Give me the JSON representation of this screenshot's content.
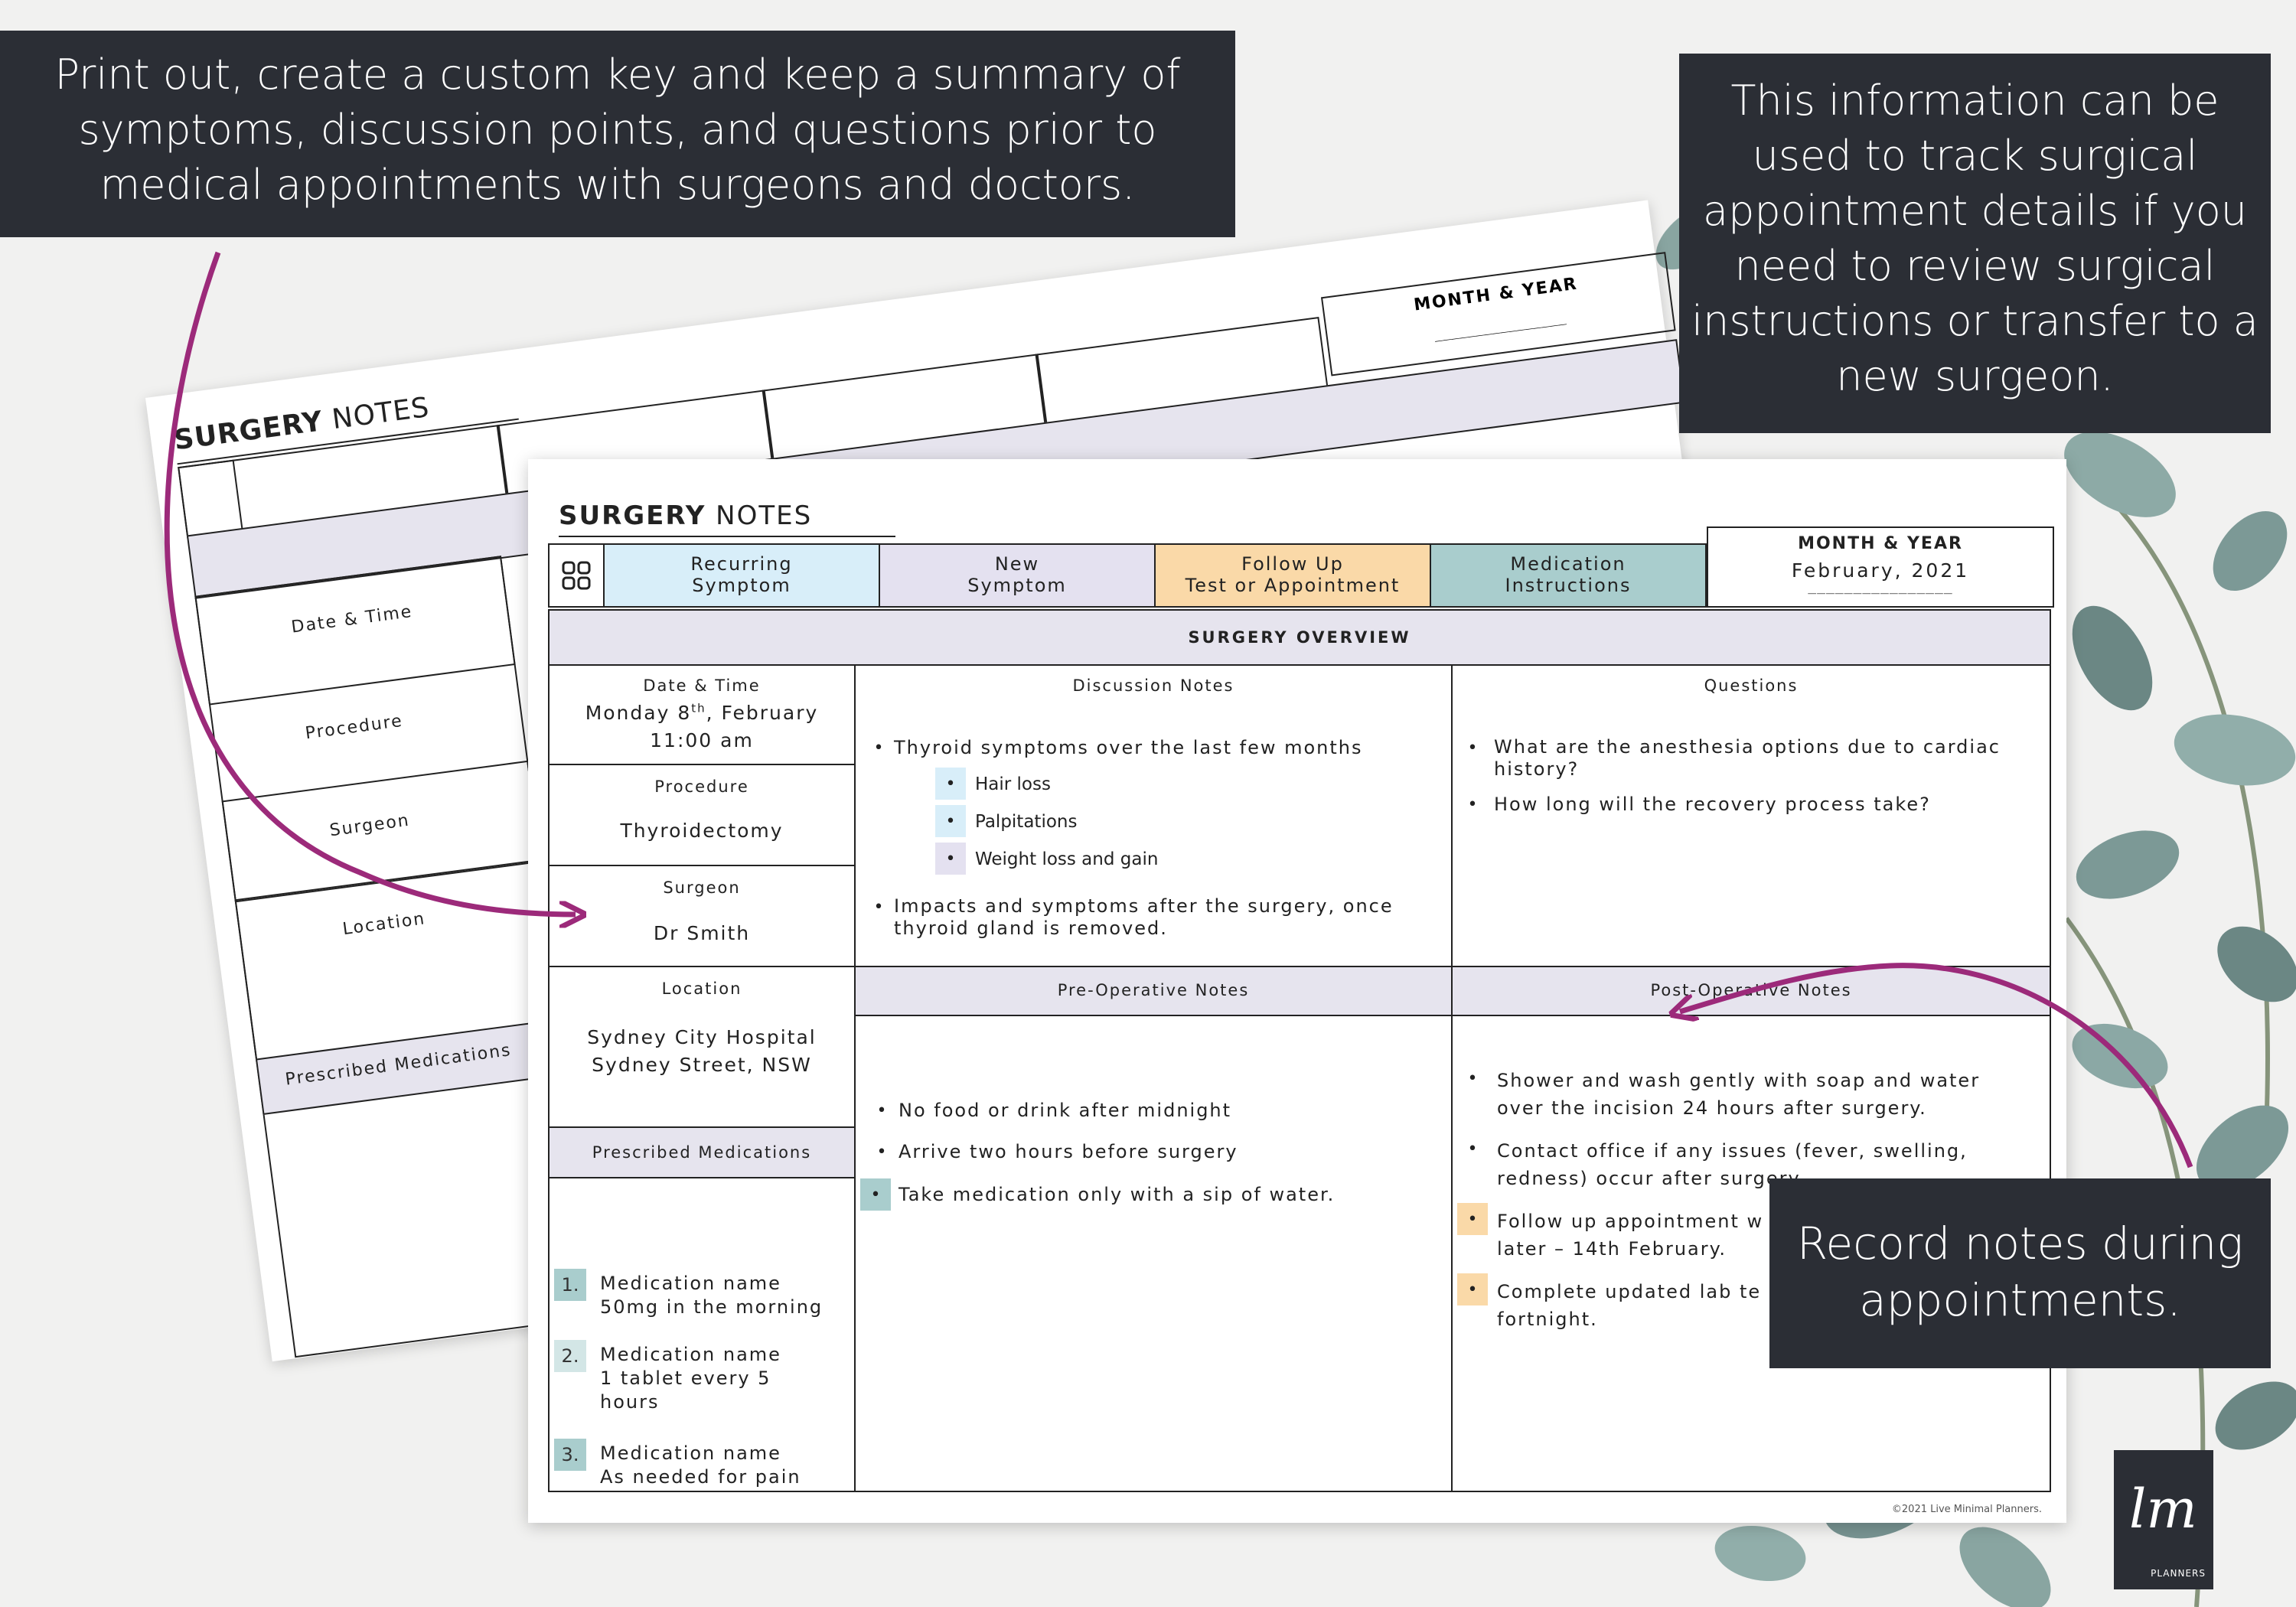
{
  "callouts": {
    "top_left": "Print out, create a custom key and keep a summary of\nsymptoms, discussion points, and questions prior to\nmedical appointments with surgeons and doctors.",
    "top_right": "This information can be\nused to track surgical\nappointment details if you\nneed to review surgical\ninstructions or transfer to a\nnew surgeon.",
    "bottom_right": "Record notes during\nappointments."
  },
  "back_sheet": {
    "title_bold": "SURGERY",
    "title_rest": " NOTES",
    "month_label": "MONTH & YEAR",
    "month_dash": "________________",
    "labels": {
      "date_time": "Date & Time",
      "procedure": "Procedure",
      "surgeon": "Surgeon",
      "location": "Location",
      "prescribed": "Prescribed Medications"
    }
  },
  "front_sheet": {
    "title_bold": "SURGERY",
    "title_rest": " NOTES",
    "key": [
      {
        "label": "Recurring\nSymptom",
        "color": "#d8eef9"
      },
      {
        "label": "New\nSymptom",
        "color": "#e4e1f0"
      },
      {
        "label": "Follow Up\nTest or Appointment",
        "color": "#fad9a8"
      },
      {
        "label": "Medication\nInstructions",
        "color": "#a9cdcd"
      }
    ],
    "month": {
      "label": "MONTH & YEAR",
      "value": "February, 2021",
      "dash": "________________"
    },
    "overview": "SURGERY OVERVIEW",
    "date_time": {
      "label": "Date & Time",
      "line1_pre": "Monday 8",
      "line1_sup": "th",
      "line1_post": ", February",
      "line2": "11:00 am"
    },
    "procedure": {
      "label": "Procedure",
      "value": "Thyroidectomy"
    },
    "surgeon": {
      "label": "Surgeon",
      "value": "Dr Smith"
    },
    "location": {
      "label": "Location",
      "line1": "Sydney City Hospital",
      "line2": "Sydney Street, NSW"
    },
    "prescribed": {
      "label": "Prescribed Medications",
      "items": [
        {
          "num": "1.",
          "line1": "Medication name",
          "line2": "50mg in the morning",
          "line3": ""
        },
        {
          "num": "2.",
          "line1": "Medication name",
          "line2": "1 tablet every 5",
          "line3": "hours"
        },
        {
          "num": "3.",
          "line1": "Medication name",
          "line2": "As needed for pain",
          "line3": ""
        }
      ]
    },
    "discussion": {
      "label": "Discussion Notes",
      "item1": "Thyroid symptoms over the last few months",
      "sub": [
        "Hair loss",
        "Palpitations",
        "Weight loss and gain"
      ],
      "item2": "Impacts and symptoms after the surgery, once\nthyroid gland is removed."
    },
    "questions": {
      "label": "Questions",
      "item1": "What are the anesthesia options due to cardiac\nhistory?",
      "item2": "How long will the recovery process take?"
    },
    "pre_op": {
      "label": "Pre-Operative Notes",
      "items": [
        "No food or drink after midnight",
        "Arrive two hours before surgery",
        "Take medication only with a sip of water."
      ]
    },
    "post_op": {
      "label": "Post-Operative Notes",
      "items": [
        "Shower and wash gently with soap and water\nover the incision 24 hours after surgery.",
        "Contact office if any issues (fever, swelling,\nredness) occur after surgery.",
        "Follow up appointment w\nlater – 14th February.",
        "Complete updated lab te\nfortnight."
      ]
    },
    "copyright": "©2021 Live Minimal Planners."
  },
  "logo": {
    "mark": "lm",
    "text": "PLANNERS"
  },
  "colors": {
    "callout_bg": "#2b2e35",
    "arrow": "#9c2a7a",
    "shade": "#e6e4ee"
  }
}
